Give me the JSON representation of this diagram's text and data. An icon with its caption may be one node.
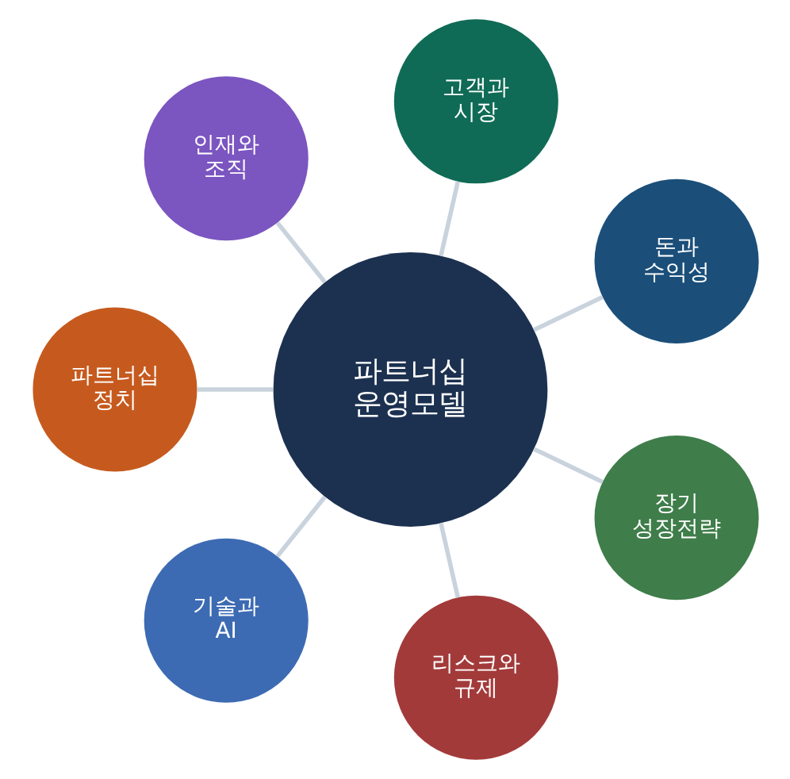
{
  "diagram": {
    "nodes": [
      {
        "text": [
          "파트너십 운영모델"
        ]
      },
      {
        "text": [
          "돈과 수익성"
        ]
      },
      {
        "text": [
          "고객과 시장"
        ]
      },
      {
        "text": [
          "인재와 조직"
        ]
      },
      {
        "text": [
          "파트너십 정치"
        ]
      },
      {
        "text": [
          "기술과 AI"
        ]
      },
      {
        "text": [
          "리스크와 규제"
        ]
      },
      {
        "text": [
          "장기 성장전략"
        ]
      }
    ],
    "edges": [
      {
        "from": 0,
        "to": 1,
        "arrow": "none"
      },
      {
        "from": 0,
        "to": 2,
        "arrow": "none"
      },
      {
        "from": 0,
        "to": 3,
        "arrow": "none"
      },
      {
        "from": 0,
        "to": 4,
        "arrow": "none"
      },
      {
        "from": 0,
        "to": 5,
        "arrow": "none"
      },
      {
        "from": 0,
        "to": 6,
        "arrow": "none"
      },
      {
        "from": 0,
        "to": 7,
        "arrow": "none"
      }
    ]
  }
}
